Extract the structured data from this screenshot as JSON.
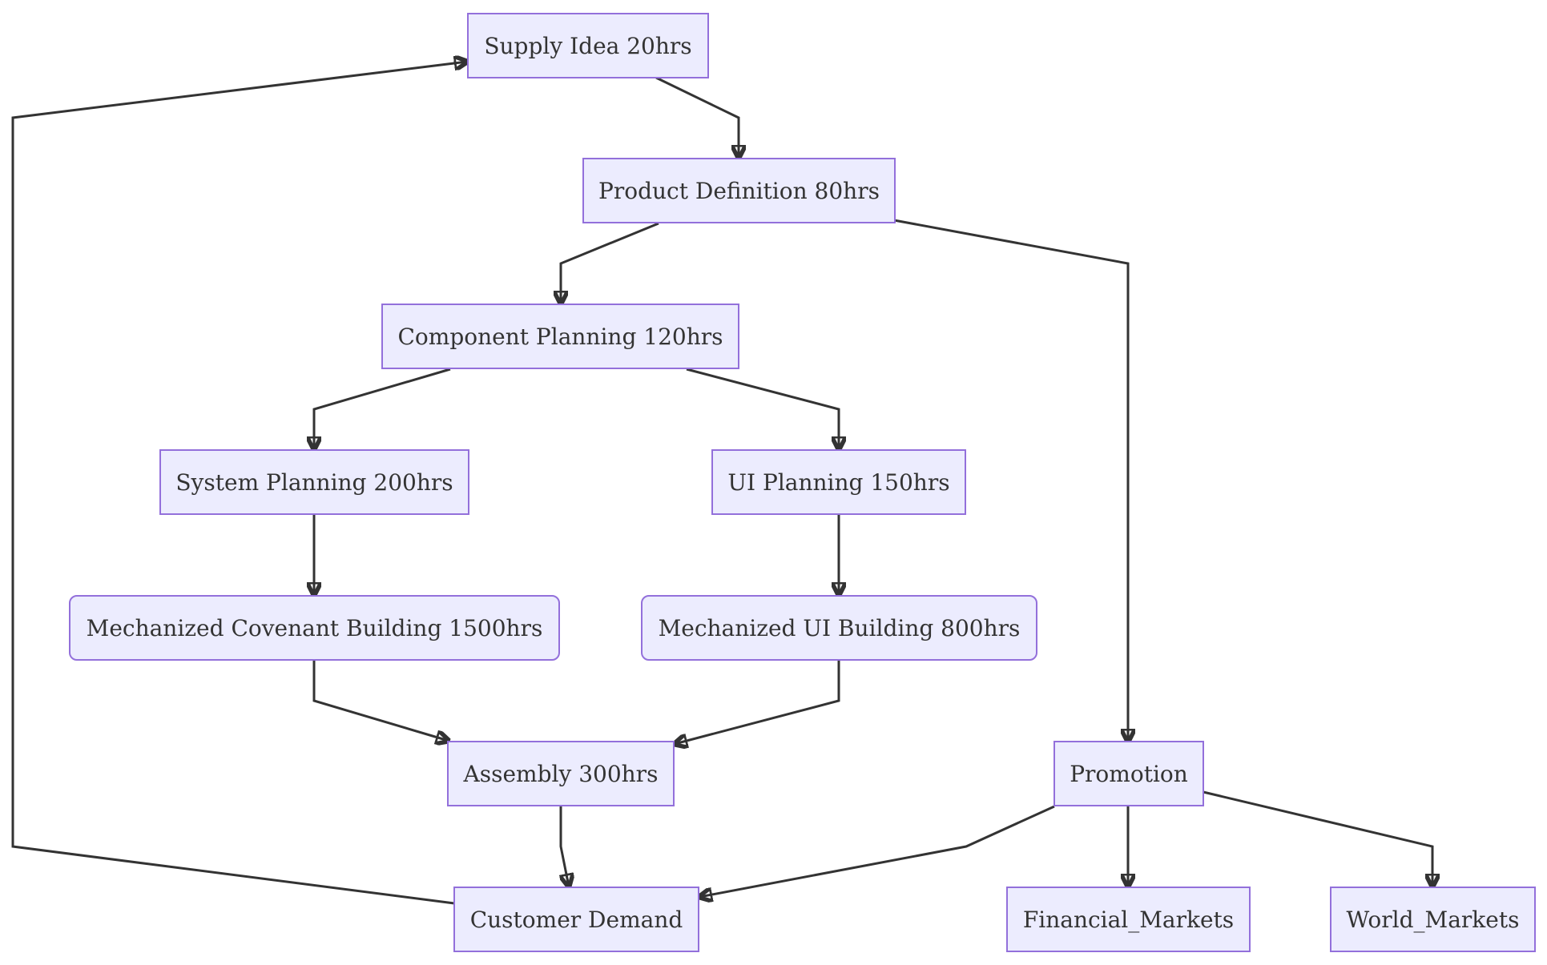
{
  "nodes": {
    "supply_idea": "Supply Idea 20hrs",
    "product_definition": "Product Definition 80hrs",
    "component_planning": "Component Planning 120hrs",
    "system_planning": "System Planning 200hrs",
    "ui_planning": "UI Planning 150hrs",
    "mech_covenant": "Mechanized Covenant Building 1500hrs",
    "mech_ui": "Mechanized UI Building 800hrs",
    "assembly": "Assembly 300hrs",
    "promotion": "Promotion",
    "customer_demand": "Customer Demand",
    "financial_markets": "Financial_Markets",
    "world_markets": "World_Markets"
  },
  "edges": [
    {
      "from": "supply_idea",
      "to": "product_definition"
    },
    {
      "from": "product_definition",
      "to": "component_planning"
    },
    {
      "from": "product_definition",
      "to": "promotion"
    },
    {
      "from": "component_planning",
      "to": "system_planning"
    },
    {
      "from": "component_planning",
      "to": "ui_planning"
    },
    {
      "from": "system_planning",
      "to": "mech_covenant"
    },
    {
      "from": "ui_planning",
      "to": "mech_ui"
    },
    {
      "from": "mech_covenant",
      "to": "assembly"
    },
    {
      "from": "mech_ui",
      "to": "assembly"
    },
    {
      "from": "assembly",
      "to": "customer_demand"
    },
    {
      "from": "promotion",
      "to": "customer_demand"
    },
    {
      "from": "promotion",
      "to": "financial_markets"
    },
    {
      "from": "promotion",
      "to": "world_markets"
    },
    {
      "from": "customer_demand",
      "to": "supply_idea"
    }
  ],
  "colors": {
    "node_fill": "#ececfe",
    "node_border": "#9370db",
    "edge": "#333333",
    "text": "#333333"
  }
}
